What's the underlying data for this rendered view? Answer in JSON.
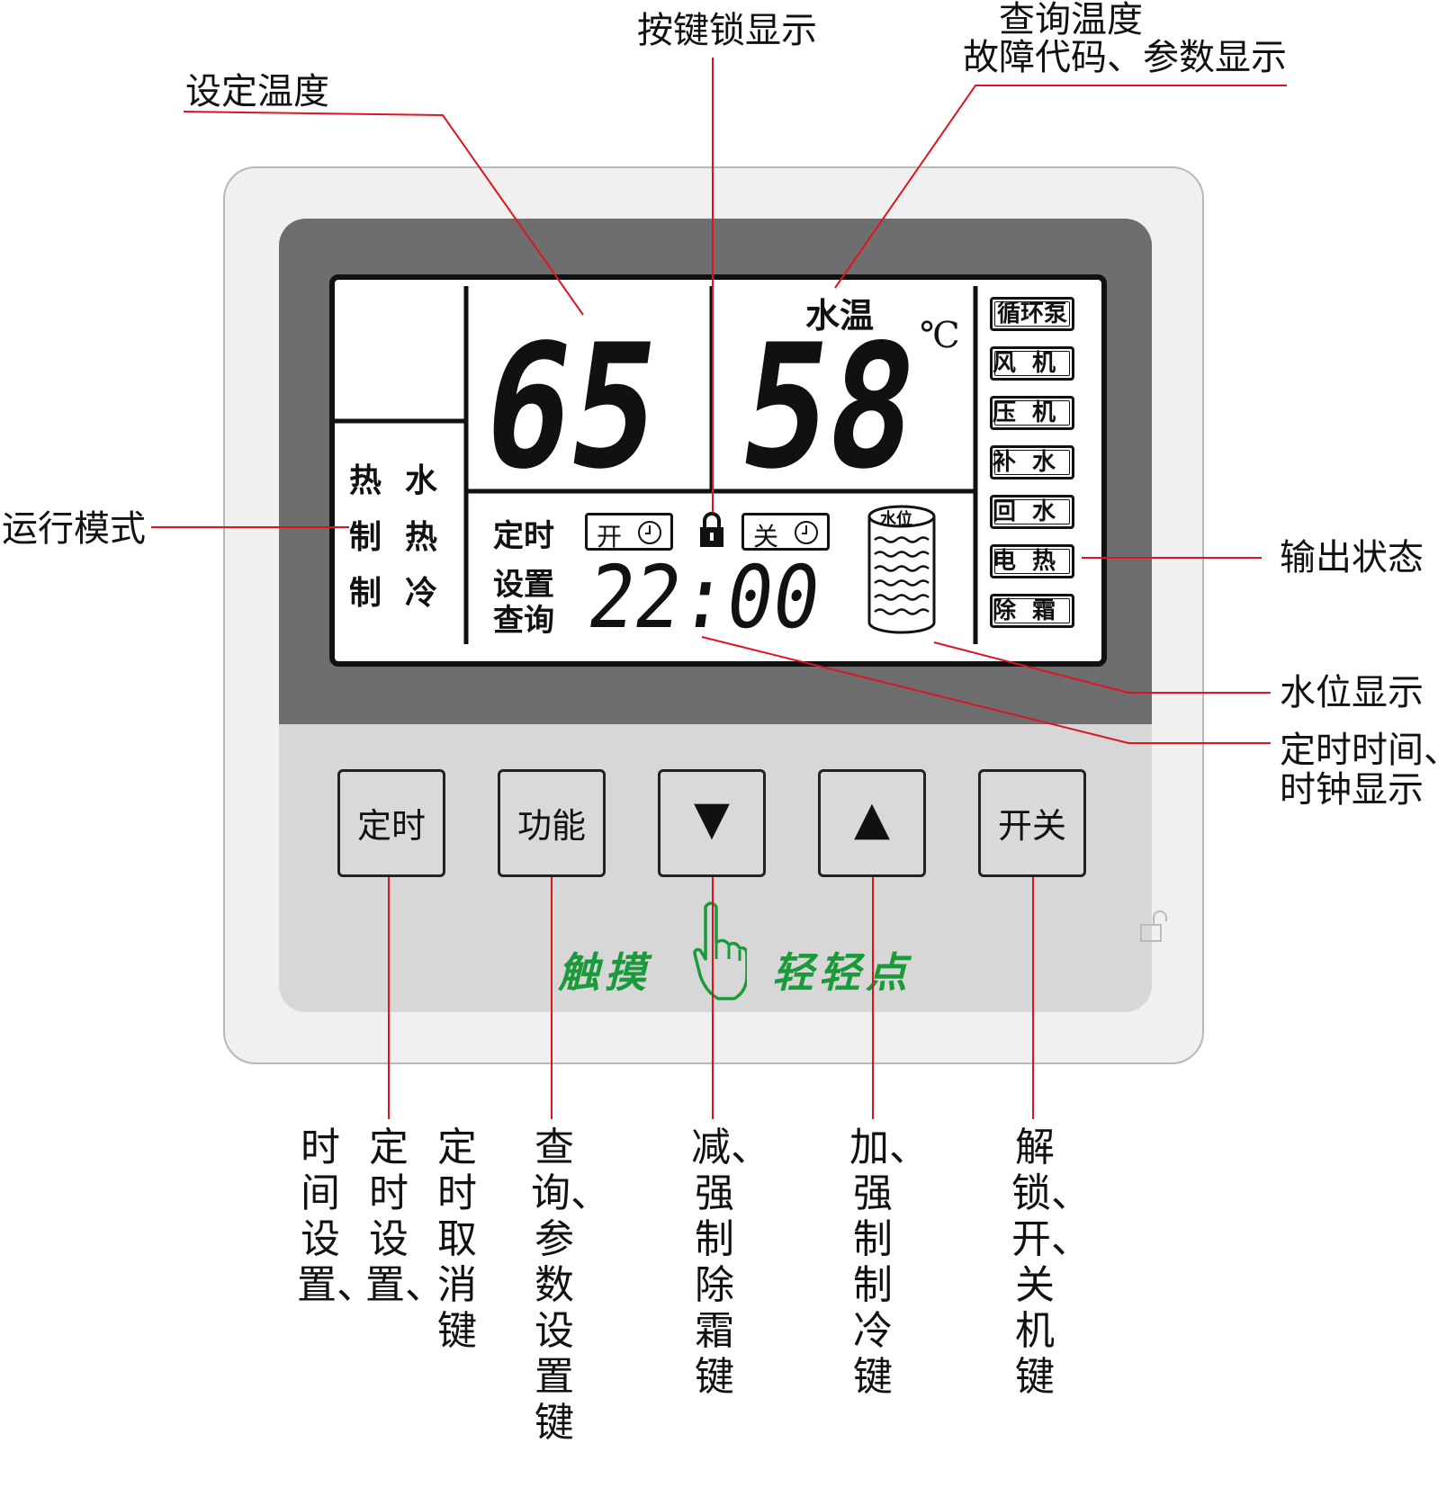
{
  "callouts": {
    "set_temp": "设定温度",
    "key_lock": "按键锁显示",
    "query_line1": "查询温度",
    "query_line2": "故障代码、参数显示",
    "run_mode": "运行模式",
    "output_status": "输出状态",
    "water_level": "水位显示",
    "timer_line1": "定时时间、",
    "timer_line2": "时钟显示"
  },
  "lcd": {
    "set_temp_value": "65",
    "water_temp_label": "水温",
    "water_temp_value": "58",
    "unit": "℃",
    "modes": [
      "热水",
      "制热",
      "制冷"
    ],
    "timer_label": "定时",
    "timer_on": "开",
    "timer_off": "关",
    "setting_label": "设置",
    "query_label": "查询",
    "clock": "22:00",
    "tank_label": "水位",
    "outputs": [
      "循环泵",
      "风机",
      "压机",
      "补水",
      "回水",
      "电热",
      "除霜"
    ]
  },
  "keys": {
    "timer": "定时",
    "function": "功能",
    "down": "▼",
    "up": "▲",
    "power": "开关"
  },
  "touch_hint": {
    "left": "触摸",
    "right": "轻轻点"
  },
  "key_descriptions": {
    "timer_col1": "时间设置、",
    "timer_col2": "定时设置、",
    "timer_col3": "定时取消键",
    "function": "查询、参数设置键",
    "down": "减、强制除霜键",
    "up": "加、强制制冷键",
    "power": "解锁、开、关机键"
  },
  "colors": {
    "leader_line": "#e0141e",
    "touch_green": "#1b9a3a",
    "panel_dark": "#6e6e6e",
    "panel_light": "#d7d7d7"
  }
}
